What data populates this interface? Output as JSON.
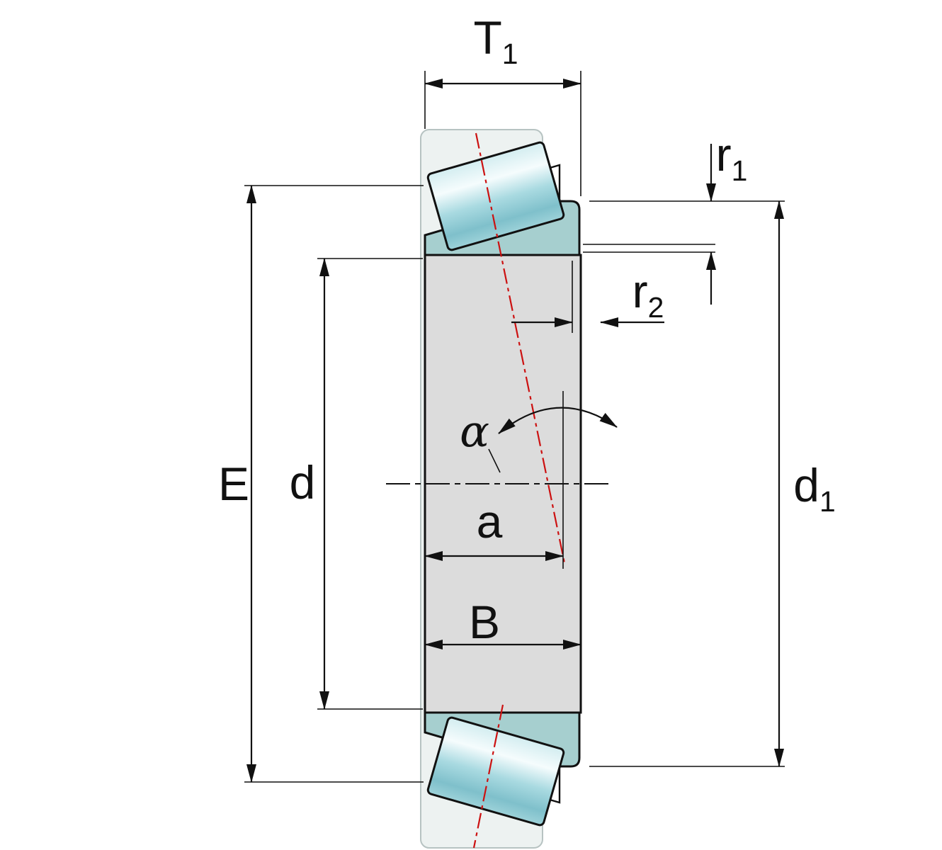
{
  "diagram": {
    "labels": {
      "t1": {
        "base": "T",
        "sub": "1"
      },
      "r1": {
        "base": "r",
        "sub": "1"
      },
      "r2": {
        "base": "r",
        "sub": "2"
      },
      "e": {
        "base": "E",
        "sub": ""
      },
      "d": {
        "base": "d",
        "sub": ""
      },
      "d1": {
        "base": "d",
        "sub": "1"
      },
      "a": {
        "base": "a",
        "sub": ""
      },
      "b": {
        "base": "B",
        "sub": ""
      },
      "alpha": {
        "base": "α",
        "sub": ""
      }
    },
    "colors": {
      "background": "#ffffff",
      "ring_fill": "#dcdcdc",
      "cup_fill": "#a6cfcf",
      "cage_fill": "#edf2f1",
      "cage_stroke": "#b7c3c2",
      "roller_light": "#d3edf0",
      "roller_highlight": "#f5fcfd",
      "roller_mid": "#a9dae1",
      "roller_dark": "#7fc0cb",
      "roller_edge": "#9dd2d9",
      "outline": "#111111",
      "dimension": "#111111",
      "axis_red": "#cc1111"
    }
  }
}
